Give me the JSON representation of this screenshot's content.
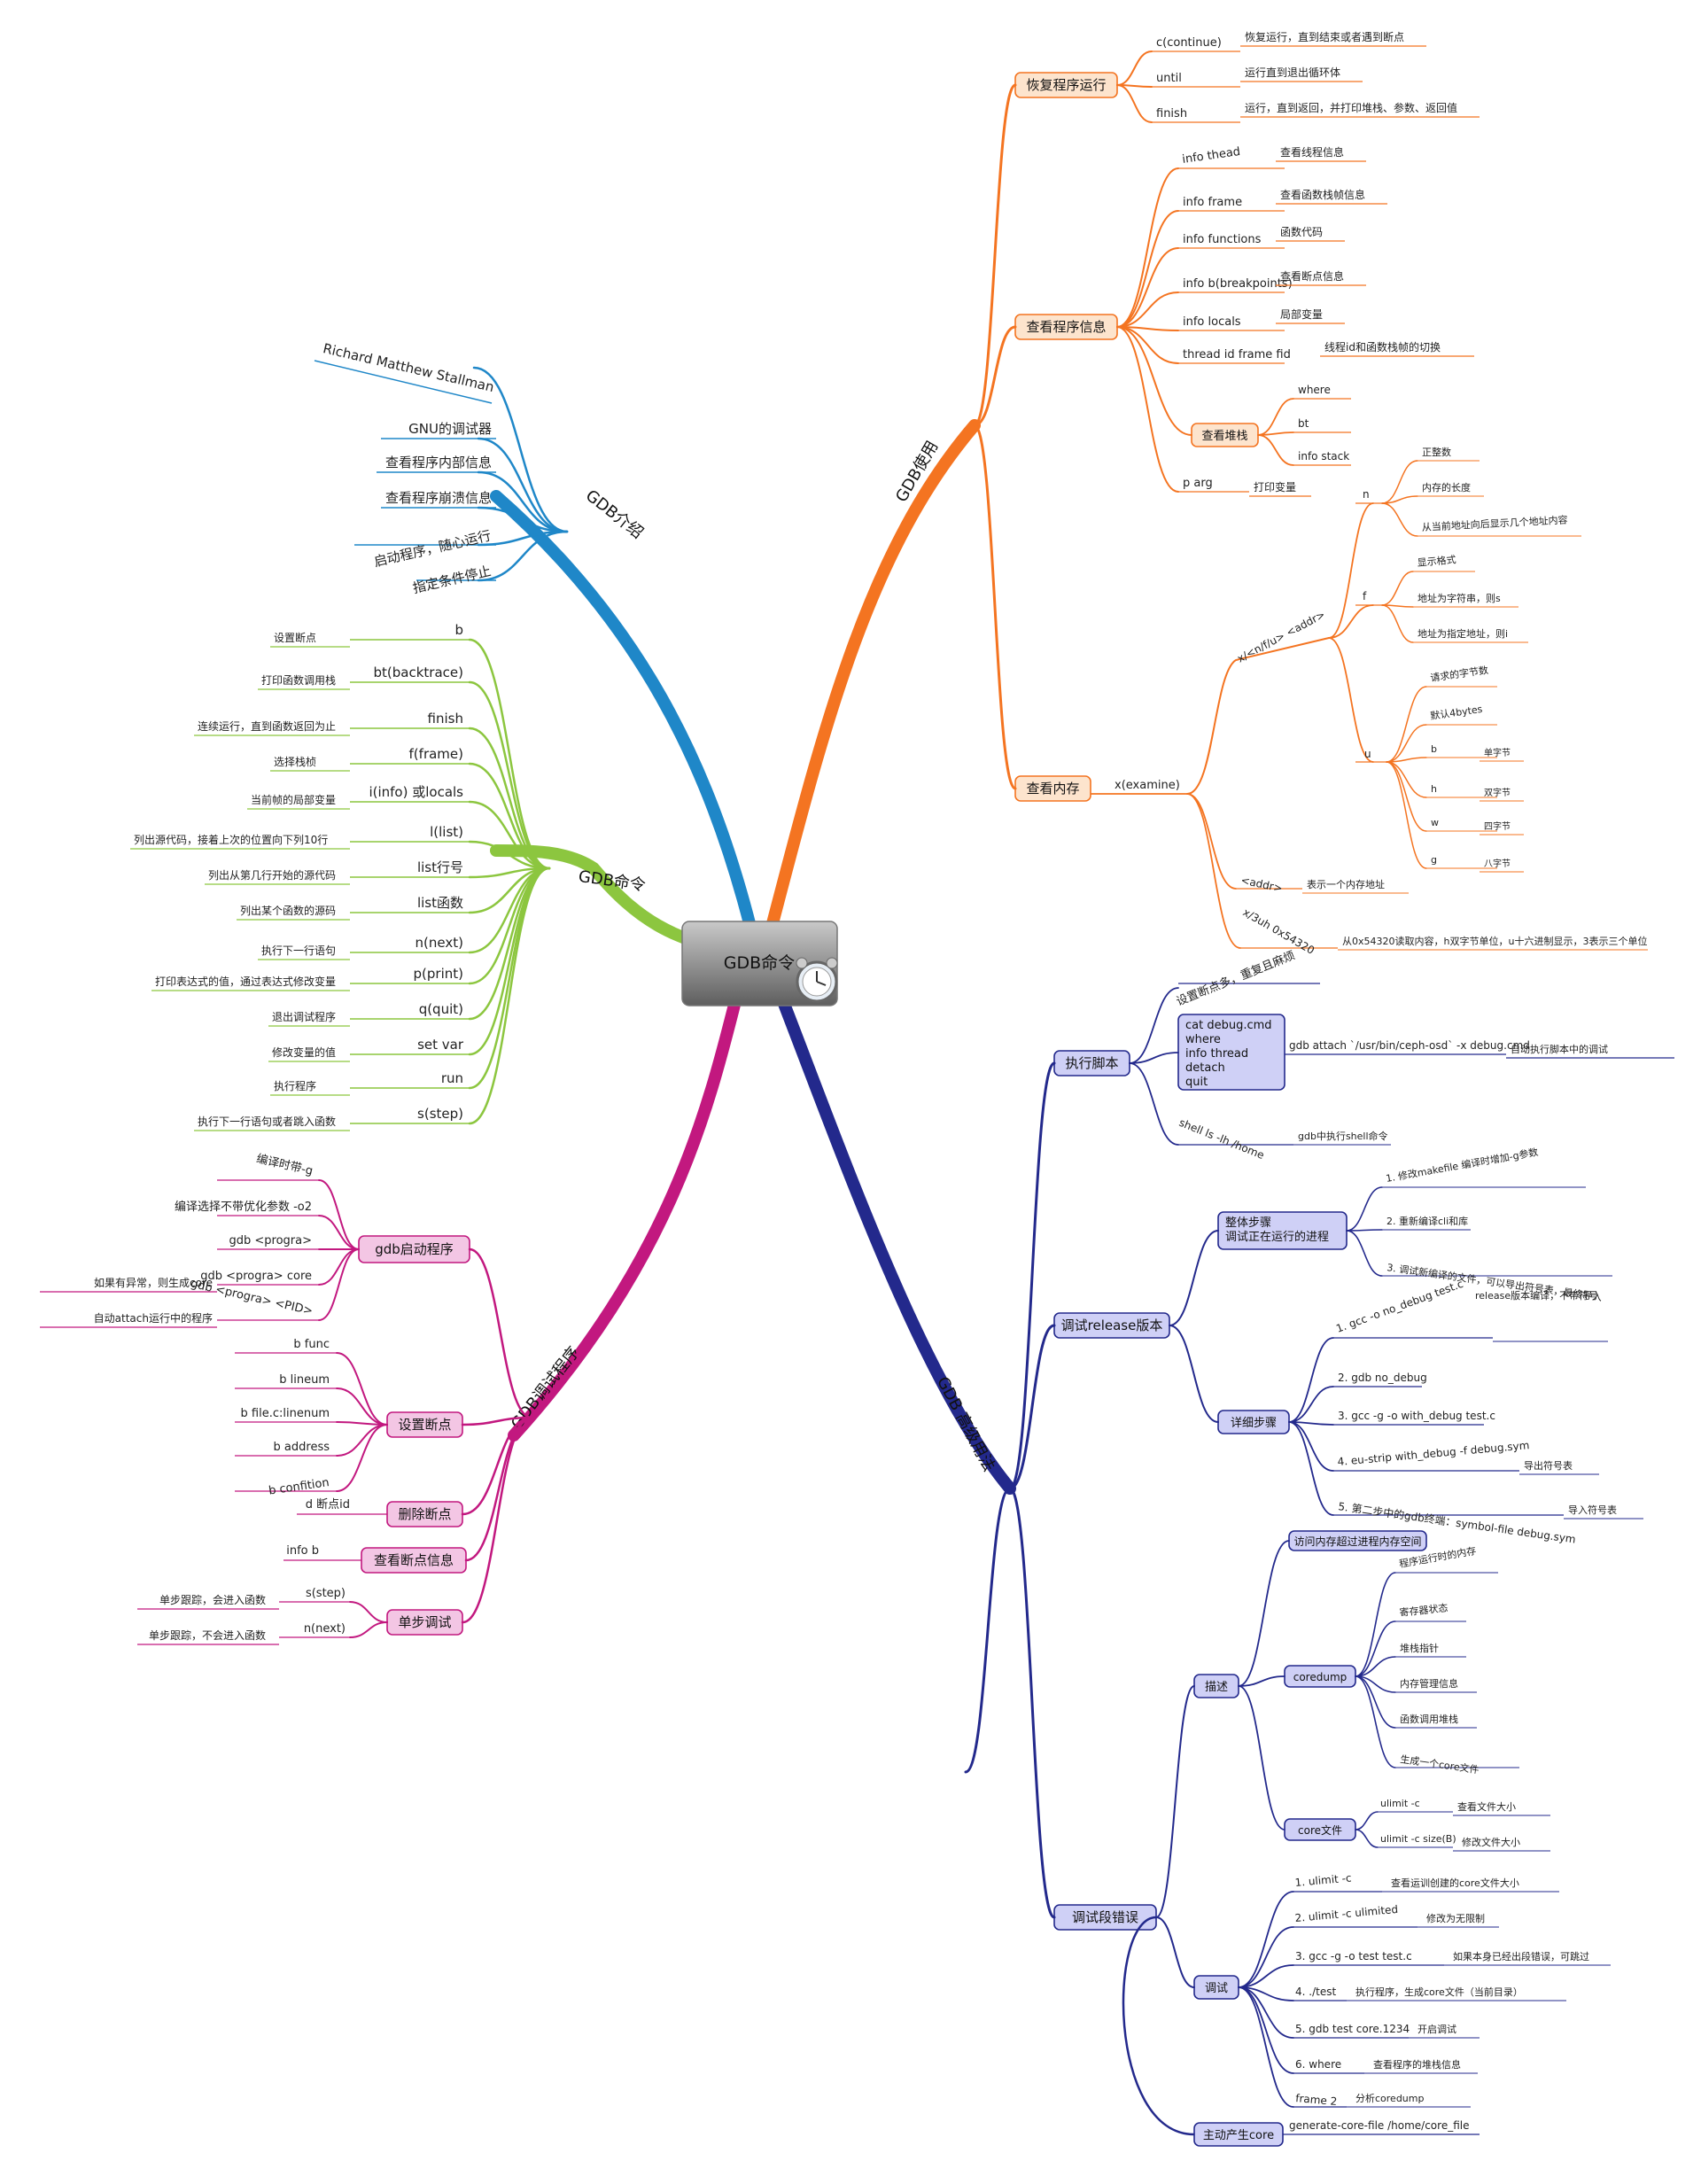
{
  "center": "GDB命令",
  "colors": {
    "intro": "#1f87c8",
    "cmd": "#8cc63f",
    "debug": "#c2187f",
    "usage": "#f47421",
    "adv": "#23298c"
  },
  "intro": {
    "title": "GDB介绍",
    "items": [
      "Richard Matthew Stallman",
      "GNU的调试器",
      "查看程序内部信息",
      "查看程序崩溃信息",
      "启动程序，随心运行",
      "指定条件停止"
    ]
  },
  "cmd": {
    "title": "GDB命令",
    "items": [
      {
        "k": "b",
        "d": "设置断点"
      },
      {
        "k": "bt(backtrace)",
        "d": "打印函数调用栈"
      },
      {
        "k": "finish",
        "d": "连续运行，直到函数返回为止"
      },
      {
        "k": "f(frame)",
        "d": "选择栈桢"
      },
      {
        "k": "i(info) 或locals",
        "d": "当前帧的局部变量"
      },
      {
        "k": "l(list)",
        "d": "列出源代码，接着上次的位置向下列10行"
      },
      {
        "k": "list行号",
        "d": "列出从第几行开始的源代码"
      },
      {
        "k": "list函数",
        "d": "列出某个函数的源码"
      },
      {
        "k": "n(next)",
        "d": "执行下一行语句"
      },
      {
        "k": "p(print)",
        "d": "打印表达式的值，通过表达式修改变量"
      },
      {
        "k": "q(quit)",
        "d": "退出调试程序"
      },
      {
        "k": "set var",
        "d": "修改变量的值"
      },
      {
        "k": "run",
        "d": "执行程序"
      },
      {
        "k": "s(step)",
        "d": "执行下一行语句或者跳入函数"
      }
    ]
  },
  "debug": {
    "title": "GDB调试程序",
    "start": {
      "label": "gdb启动程序",
      "items": [
        {
          "k": "编译时带-g",
          "d": ""
        },
        {
          "k": "编译选择不带优化参数 -o2",
          "d": ""
        },
        {
          "k": "gdb <progra>",
          "d": ""
        },
        {
          "k": "gdb <progra> core",
          "d": "如果有异常，则生成core"
        },
        {
          "k": "gdb <progra> <PID>",
          "d": "自动attach运行中的程序"
        }
      ]
    },
    "bp": {
      "label": "设置断点",
      "items": [
        "b func",
        "b lineum",
        "b file.c:linenum",
        "b address",
        "b confition"
      ]
    },
    "del": {
      "label": "删除断点",
      "item": "d 断点id"
    },
    "view": {
      "label": "查看断点信息",
      "item": "info b"
    },
    "step": {
      "label": "单步调试",
      "items": [
        {
          "k": "s(step)",
          "d": "单步跟踪，会进入函数"
        },
        {
          "k": "n(next)",
          "d": "单步跟踪，不会进入函数"
        }
      ]
    }
  },
  "usage": {
    "title": "GDB使用",
    "resume": {
      "label": "恢复程序运行",
      "items": [
        {
          "k": "c(continue)",
          "d": "恢复运行，直到结束或者遇到断点"
        },
        {
          "k": "until",
          "d": "运行直到退出循环体"
        },
        {
          "k": "finish",
          "d": "运行，直到返回，并打印堆栈、参数、返回值"
        }
      ]
    },
    "info": {
      "label": "查看程序信息",
      "items": [
        {
          "k": "info thead",
          "d": "查看线程信息"
        },
        {
          "k": "info frame",
          "d": "查看函数栈帧信息"
        },
        {
          "k": "info functions",
          "d": "函数代码"
        },
        {
          "k": "info b(breakpoints)",
          "d": "查看断点信息"
        },
        {
          "k": "info locals",
          "d": "局部变量"
        },
        {
          "k": "thread id frame fid",
          "d": "线程id和函数栈帧的切换"
        }
      ],
      "stack": {
        "label": "查看堆栈",
        "items": [
          "where",
          "bt",
          "info stack"
        ]
      },
      "parg": {
        "k": "p arg",
        "d": "打印变量"
      }
    },
    "mem": {
      "label": "查看内存",
      "x": "x(examine)",
      "fmt": "x/<n/f/u> <addr>",
      "n": {
        "label": "n",
        "items": [
          "正整数",
          "内存的长度",
          "从当前地址向后显示几个地址内容"
        ]
      },
      "f": {
        "label": "f",
        "items": [
          "显示格式",
          "地址为字符串，则s",
          "地址为指定地址，则i"
        ]
      },
      "u": {
        "label": "u",
        "items": [
          {
            "k": "请求的字节数",
            "d": ""
          },
          {
            "k": "默认4bytes",
            "d": ""
          },
          {
            "k": "b",
            "d": "单字节"
          },
          {
            "k": "h",
            "d": "双字节"
          },
          {
            "k": "w",
            "d": "四字节"
          },
          {
            "k": "g",
            "d": "八字节"
          }
        ]
      },
      "addr": {
        "k": "<addr>",
        "d": "表示一个内存地址"
      },
      "ex": {
        "k": "x/3uh 0x54320",
        "d": "从0x54320读取内容，h双字节单位，u十六进制显示，3表示三个单位"
      }
    }
  },
  "adv": {
    "title": "GDB 高级用法",
    "script": {
      "label": "执行脚本",
      "top": "设置断点多，重复且麻烦",
      "box": [
        "cat debug.cmd",
        "where",
        "info thread",
        "detach",
        "quit"
      ],
      "attach": "gdb attach `/usr/bin/ceph-osd` -x debug.cmd",
      "attach_d": "自动执行脚本中的调试",
      "shell": "shell ls -lh /home",
      "shell_d": "gdb中执行shell命令"
    },
    "release": {
      "label": "调试release版本",
      "overall": {
        "box": [
          "整体步骤",
          "调试正在运行的进程"
        ],
        "items": [
          "1. 修改makefile 编译时增加-g参数",
          "2. 重新编译cli和库",
          "3. 调试新编译的文件，可以导出符号表，最终导入"
        ]
      },
      "detail": {
        "label": "详细步骤",
        "items": [
          {
            "k": "1. gcc -o no_debug test.c",
            "d": "release版本编译，不带符号"
          },
          {
            "k": "2. gdb no_debug",
            "d": ""
          },
          {
            "k": "3. gcc -g -o with_debug test.c",
            "d": ""
          },
          {
            "k": "4. eu-strip with_debug -f debug.sym",
            "d": "导出符号表"
          },
          {
            "k": "5. 第二步中的gdb终端：symbol-file debug.sym",
            "d": "导入符号表"
          }
        ]
      }
    },
    "seg": {
      "label": "调试段错误",
      "desc": {
        "label": "描述",
        "access": "访问内存超过进程内存空间",
        "coredump": {
          "label": "coredump",
          "items": [
            "程序运行时的内存",
            "寄存器状态",
            "堆栈指针",
            "内存管理信息",
            "函数调用堆栈",
            "生成一个core文件"
          ]
        },
        "corefile": {
          "label": "core文件",
          "items": [
            {
              "k": "ulimit -c",
              "d": "查看文件大小"
            },
            {
              "k": "ulimit -c size(B)",
              "d": "修改文件大小"
            }
          ]
        }
      },
      "dbg": {
        "label": "调试",
        "items": [
          {
            "k": "1. ulimit -c",
            "d": "查看运训创建的core文件大小"
          },
          {
            "k": "2. ulimit -c ulimited",
            "d": "修改为无限制"
          },
          {
            "k": "3. gcc -g -o test test.c",
            "d": "如果本身已经出段错误，可跳过"
          },
          {
            "k": "4. ./test",
            "d": "执行程序，生成core文件（当前目录）"
          },
          {
            "k": "5. gdb test core.1234",
            "d": "开启调试"
          },
          {
            "k": "6. where",
            "d": "查看程序的堆栈信息"
          },
          {
            "k": "frame 2",
            "d": "分析coredump"
          }
        ]
      },
      "gen": {
        "label": "主动产生core",
        "k": "generate-core-file /home/core_file"
      }
    }
  }
}
